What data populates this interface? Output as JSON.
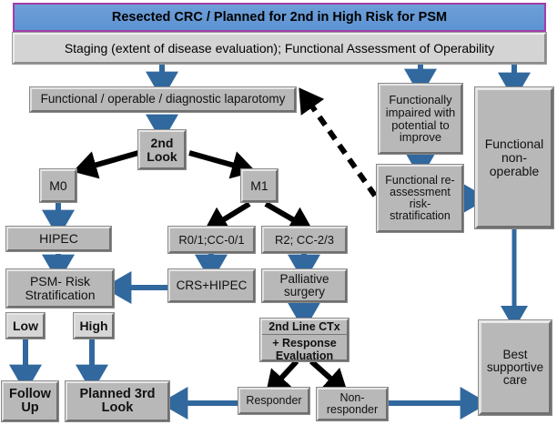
{
  "header": {
    "title": "Resected CRC  / Planned for 2nd in High Risk for PSM",
    "subtitle": "Staging (extent of disease evaluation); Functional Assessment of Operability",
    "banner_fill": "#6090d0",
    "banner_border": "#a13fa8"
  },
  "colors": {
    "box_fill": "#b8b8b8",
    "box_fill_light": "#d6d6d6",
    "arrow_blue": "#31689e",
    "arrow_black": "#000000"
  },
  "nodes": {
    "laparotomy": "Functional / operable / diagnostic laparotomy",
    "second_look_l1": "2nd",
    "second_look_l2": "Look",
    "m0": "M0",
    "m1": "M1",
    "hipec": "HIPEC",
    "psm_l1": "PSM- Risk",
    "psm_l2": "Stratification",
    "low": "Low",
    "high": "High",
    "follow_up_l1": "Follow",
    "follow_up_l2": "Up",
    "planned_third_l1": "Planned 3rd",
    "planned_third_l2": "Look",
    "r01": "R0/1;CC-0/1",
    "r2": "R2; CC-2/3",
    "crs_hipec": "CRS+HIPEC",
    "palliative_l1": "Palliative",
    "palliative_l2": "surgery",
    "ctx_header": "2nd Line CTx",
    "ctx_body_l1": "+ Response",
    "ctx_body_l2": "Evaluation",
    "responder": "Responder",
    "non_responder_l1": "Non-",
    "non_responder_l2": "responder",
    "impaired_l1": "Functionally",
    "impaired_l2": "impaired with",
    "impaired_l3": "potential to",
    "impaired_l4": "improve",
    "reassess_l1": "Functional re-",
    "reassess_l2": "assessment",
    "reassess_l3": "risk-",
    "reassess_l4": "stratification",
    "nonoperable_l1": "Functional",
    "nonoperable_l2": "non-",
    "nonoperable_l3": "operable",
    "best_care_l1": "Best",
    "best_care_l2": "supportive",
    "best_care_l3": "care"
  }
}
